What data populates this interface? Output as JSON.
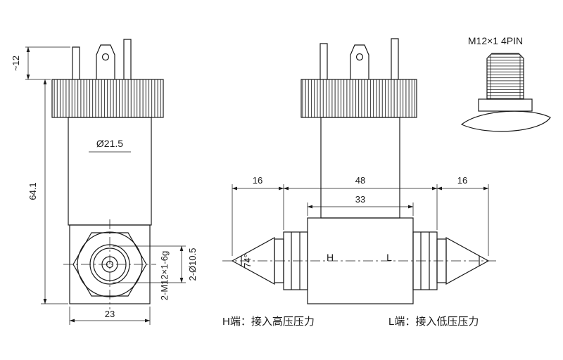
{
  "drawing": {
    "front_view": {
      "pin_height": "~12",
      "body_diameter": "Ø21.5",
      "total_height": "64.1",
      "base_width": "23",
      "thread_spec": "2-M12×1-6g",
      "port_diameter": "2-Ø10.5"
    },
    "side_view": {
      "dim_left": "16",
      "dim_total": "48",
      "dim_block": "33",
      "dim_right": "16",
      "flare_angle": "74°",
      "port_h": "H",
      "port_l": "L"
    },
    "connector": {
      "label": "M12×1 4PIN"
    },
    "notes": {
      "high_pressure": "H端：接入高压压力",
      "low_pressure": "L端：接入低压压力"
    },
    "colors": {
      "line": "#1a1a1a",
      "background": "#ffffff"
    }
  }
}
